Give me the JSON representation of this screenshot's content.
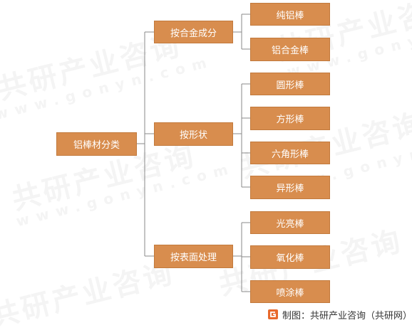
{
  "root": {
    "label": "铝棒材分类"
  },
  "branches": [
    {
      "label": "按合金成分",
      "children": [
        "纯铝棒",
        "铝合金棒"
      ]
    },
    {
      "label": "按形状",
      "children": [
        "圆形棒",
        "方形棒",
        "六角形棒",
        "异形棒"
      ]
    },
    {
      "label": "按表面处理",
      "children": [
        "光亮棒",
        "氧化棒",
        "喷涂棒"
      ]
    }
  ],
  "footer": {
    "text": "制图：共研产业咨询（共研网）"
  },
  "watermark": {
    "brand": "共研产业咨询",
    "site": "www.gonyn.com"
  },
  "colors": {
    "node_fill": "#d88d4e",
    "line": "#888888"
  }
}
